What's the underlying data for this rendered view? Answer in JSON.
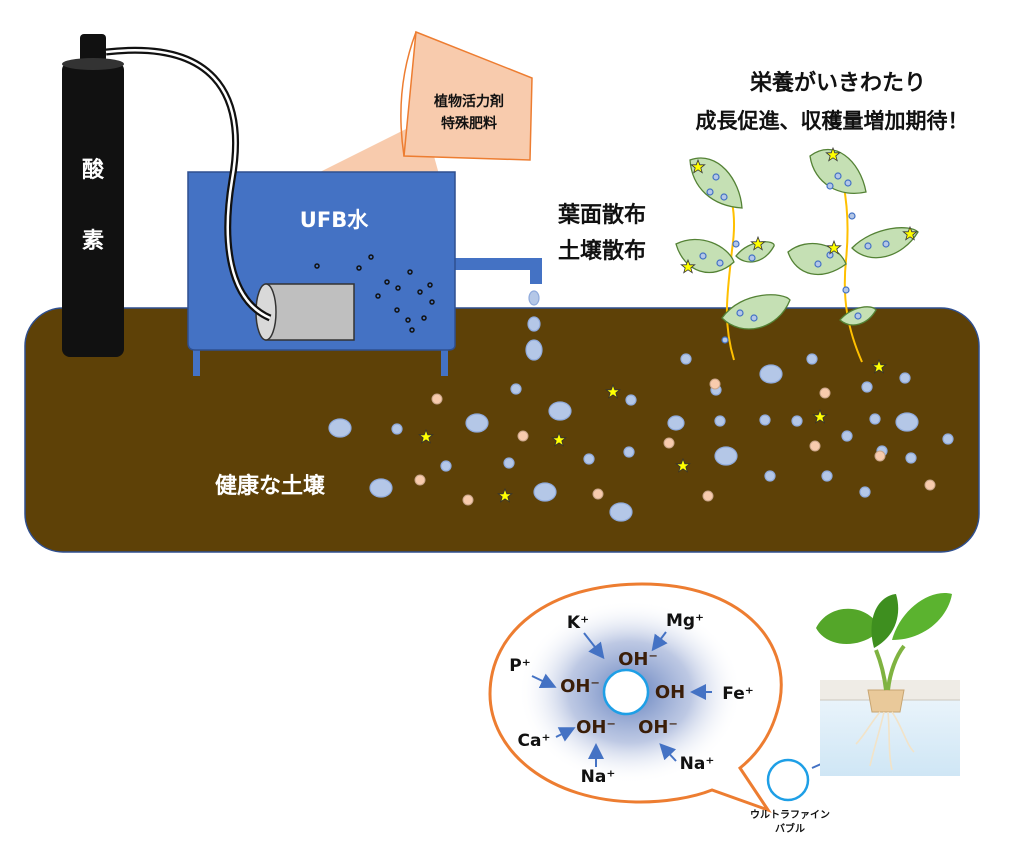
{
  "labels": {
    "oxygen_top": "酸",
    "oxygen_bottom": "素",
    "tank": "UFB水",
    "additive_line1": "植物活力剤",
    "additive_line2": "特殊肥料",
    "spray_line1": "葉面散布",
    "spray_line2": "土壌散布",
    "benefit_line1": "栄養がいきわたり",
    "benefit_line2": "成長促進、収穫量増加期待！",
    "soil": "健康な土壌",
    "bubble_line1": "ウルトラファイン",
    "bubble_line2": "バブル"
  },
  "ions": {
    "k": "K⁺",
    "mg": "Mg⁺",
    "p": "P⁺",
    "fe": "Fe⁺",
    "ca": "Ca⁺",
    "na1": "Na⁺",
    "na2": "Na⁺",
    "oh1": "OH⁻",
    "oh2": "OH⁻",
    "oh3": "OH",
    "oh4": "OH⁻",
    "oh5": "OH⁻"
  },
  "colors": {
    "soil": "#5e4107",
    "tank": "#4472c4",
    "cylinder": "#111111",
    "bubble_fill": "#b4c7e7",
    "bubble_stroke": "#6f8fc8",
    "orange_bubble": "#f8cbad",
    "leaf": "#c5e0b4",
    "star": "#ffff00",
    "callout_border": "#ed7d31",
    "cone": "#f8cbad",
    "arrow": "#4472c4"
  }
}
